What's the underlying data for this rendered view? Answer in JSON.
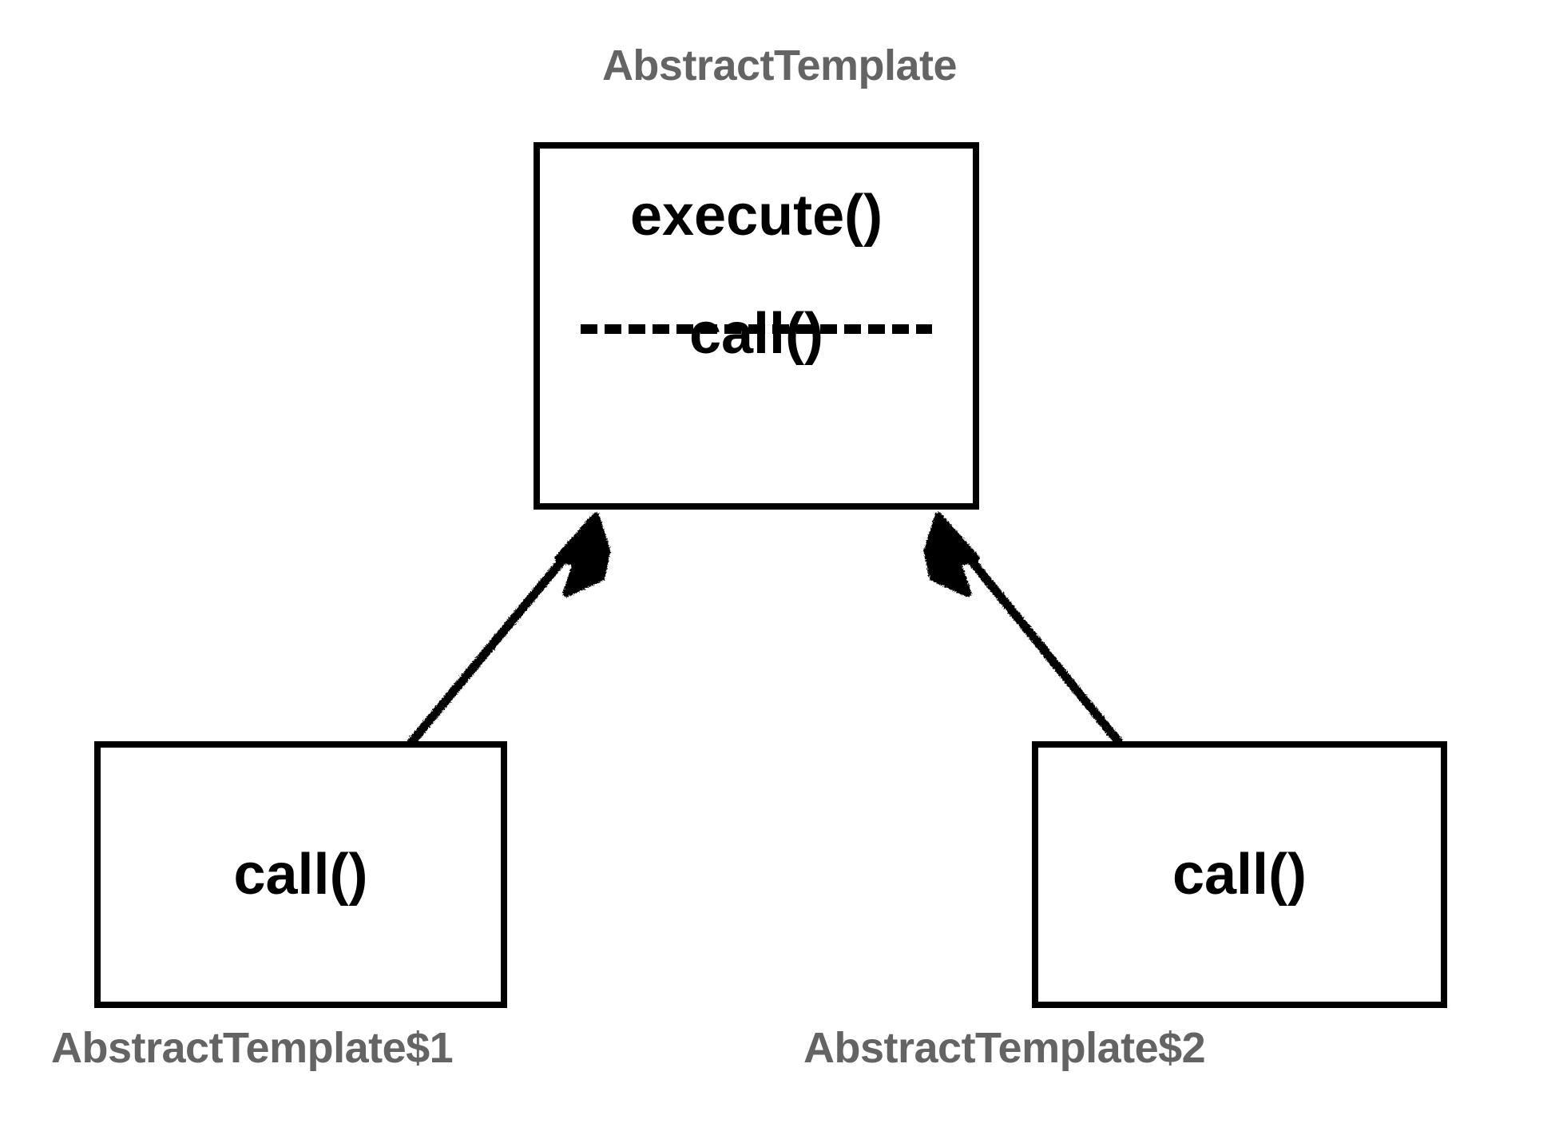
{
  "diagram": {
    "type": "uml-class-diagram",
    "background_color": "#ffffff",
    "caption_color": "#646464",
    "stroke_color": "#000000",
    "classes": [
      {
        "id": "abstract-template",
        "caption": "AbstractTemplate",
        "caption_position": "above",
        "members_public": [
          "execute()"
        ],
        "members_protected": [
          "call()"
        ],
        "has_separator": true,
        "separator_style": "dashed"
      },
      {
        "id": "sub1",
        "caption": "AbstractTemplate$1",
        "caption_position": "below",
        "members_public": [
          "call()"
        ],
        "members_protected": [],
        "has_separator": false,
        "separator_style": "none"
      },
      {
        "id": "sub2",
        "caption": "AbstractTemplate$2",
        "caption_position": "below",
        "members_public": [
          "call()"
        ],
        "members_protected": [],
        "has_separator": false,
        "separator_style": "none"
      }
    ],
    "relationships": [
      {
        "id": "inherit-sub1",
        "kind": "inheritance",
        "from": "AbstractTemplate$1",
        "to": "AbstractTemplate",
        "arrowhead": "filled-triangle",
        "line_style": "hand-drawn-solid"
      },
      {
        "id": "inherit-sub2",
        "kind": "inheritance",
        "from": "AbstractTemplate$2",
        "to": "AbstractTemplate",
        "arrowhead": "filled-triangle",
        "line_style": "hand-drawn-solid"
      }
    ]
  }
}
